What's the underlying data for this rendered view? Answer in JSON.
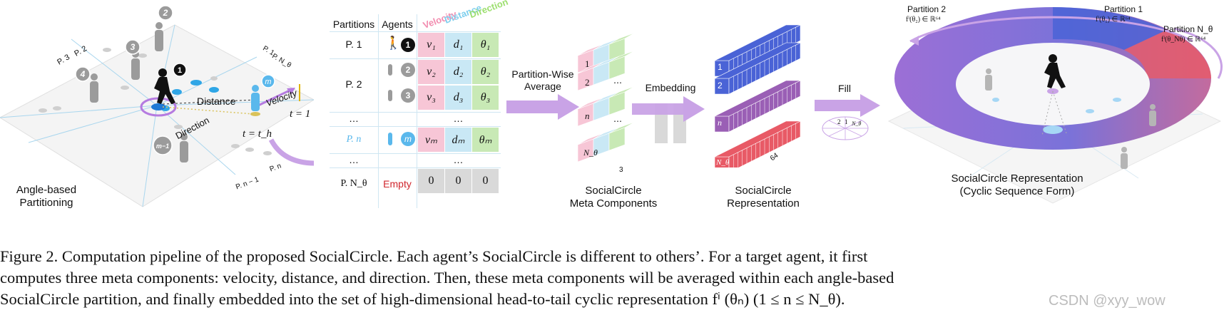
{
  "panel1": {
    "label_line1": "Angle-based",
    "label_line2": "Partitioning",
    "distance": "Distance",
    "velocity": "Velocity",
    "direction": "Direction",
    "t1": "t = 1",
    "th": "t = t_h",
    "partition_labels": [
      "P. 3",
      "P. 2",
      "P. 1",
      "P. N_θ",
      "P. n",
      "P. n − 1"
    ],
    "agent_numbers": [
      "1",
      "2",
      "3",
      "4",
      "m",
      "m − 1"
    ]
  },
  "table": {
    "headers": [
      "Partitions",
      "Agents",
      "Velocity",
      "Distance",
      "Direction"
    ],
    "rows": [
      {
        "partition": "P. 1",
        "agents": [
          "1"
        ],
        "cells": [
          [
            "v₁",
            "d₁",
            "θ₁"
          ]
        ]
      },
      {
        "partition": "P. 2",
        "agents": [
          "2",
          "3"
        ],
        "cells": [
          [
            "v₂",
            "d₂",
            "θ₂"
          ],
          [
            "v₃",
            "d₃",
            "θ₃"
          ]
        ]
      },
      {
        "partition": "…",
        "agents": [],
        "cells": [
          [
            "",
            "…",
            ""
          ]
        ]
      },
      {
        "partition": "P. n",
        "agents": [
          "m"
        ],
        "cells": [
          [
            "vₘ",
            "dₘ",
            "θₘ"
          ]
        ]
      },
      {
        "partition": "…",
        "agents": [],
        "cells": [
          [
            "",
            "…",
            ""
          ]
        ]
      },
      {
        "partition": "P. N_θ",
        "agents": [
          "Empty"
        ],
        "cells": [
          [
            "0",
            "0",
            "0"
          ]
        ]
      }
    ]
  },
  "arrows": {
    "a1_line1": "Partition-Wise",
    "a1_line2": "Average",
    "a2": "Embedding",
    "a3": "Fill"
  },
  "meta": {
    "title_line1": "SocialCircle",
    "title_line2": "Meta Components",
    "block_labels": [
      "1",
      "2",
      "n",
      "N_θ"
    ],
    "dim": "3"
  },
  "representation": {
    "title_line1": "SocialCircle",
    "title_line2": "Representation",
    "block_labels": [
      "1",
      "2",
      "n",
      "N_θ"
    ],
    "dim": "64"
  },
  "ring": {
    "title_line1": "SocialCircle Representation",
    "title_line2": "(Cyclic Sequence Form)",
    "p2_title": "Partition 2",
    "p2_formula": "fⁱ(θ₂) ∈ ℝ⁶⁴",
    "p1_title": "Partition 1",
    "p1_formula": "fⁱ(θ₁) ∈ ℝ⁶⁴",
    "pn_title": "Partition N_θ",
    "pn_formula": "fⁱ(θ_Nθ) ∈ ℝ⁶⁴",
    "mini_labels": [
      "2",
      "1",
      "N_θ"
    ]
  },
  "caption": {
    "line1": "Figure 2. Computation pipeline of the proposed SocialCircle. Each agent’s SocialCircle is different to others’. For a target agent, it first",
    "line2": "computes three meta components: velocity, distance, and direction. Then, these meta components will be averaged within each angle-based",
    "line3": "SocialCircle partition, and finally embedded into the set of high-dimensional head-to-tail cyclic representation fⁱ (θₙ)  (1 ≤ n ≤ N_θ)."
  },
  "watermark": "CSDN @xyy_wow",
  "colors": {
    "pink": "#f7c6d6",
    "blue": "#c9e8f5",
    "green": "#c8e9b5",
    "arrow_purple": "#c9a3e6",
    "rep_blue": "#4a63d6",
    "rep_purple": "#9a5fb5",
    "rep_red": "#e85a66"
  }
}
